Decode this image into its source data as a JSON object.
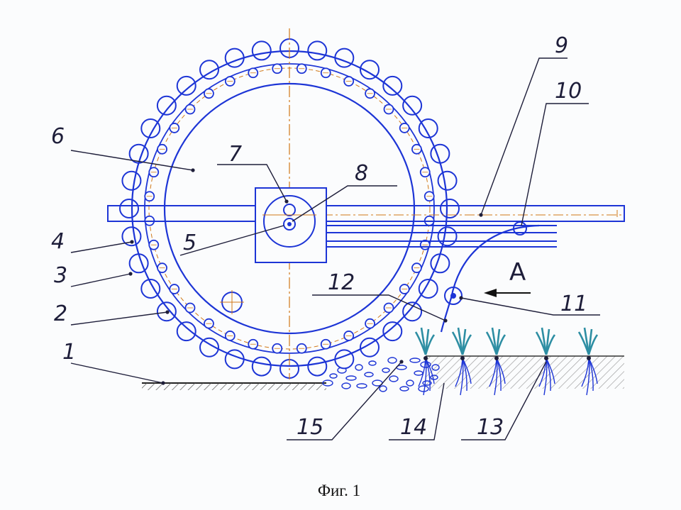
{
  "labels": [
    "1",
    "2",
    "3",
    "4",
    "5",
    "6",
    "7",
    "8",
    "9",
    "10",
    "11",
    "12",
    "13",
    "14",
    "15"
  ],
  "view_label": "A",
  "caption": "Фиг. 1",
  "colors": {
    "drawing": "#1d35d6",
    "centerline": "#d07818",
    "leader": "#1e1e3a",
    "plant": "#2d8ea3",
    "soil": "#555555"
  }
}
